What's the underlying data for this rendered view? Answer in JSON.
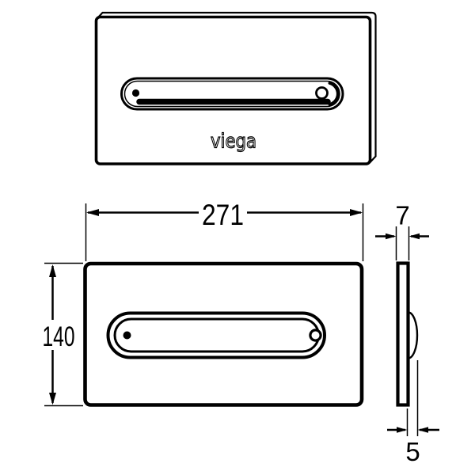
{
  "colors": {
    "background": "#ffffff",
    "line": "#000000"
  },
  "brand": {
    "logo_text": "viega"
  },
  "dimensions": {
    "width": {
      "value": "271"
    },
    "height": {
      "value": "140"
    },
    "depth": {
      "value": "7"
    },
    "protrusion": {
      "value": "5"
    }
  }
}
